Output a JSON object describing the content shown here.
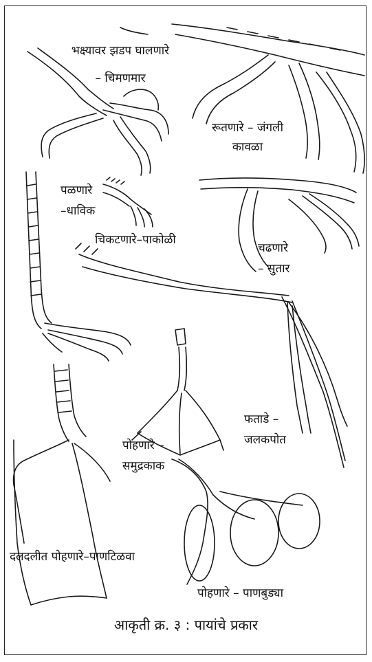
{
  "labels": {
    "grasping": [
      "भक्ष्यावर झडप घालणारे",
      "– चिमणमार"
    ],
    "perching": [
      "रूतणारे – जंगली",
      "कावळा"
    ],
    "running": [
      "पळणारे",
      "–धाविक"
    ],
    "clinging": "चिकटणारे–पाकोळी",
    "climbing": [
      "चढणारे",
      "– सुतार"
    ],
    "lobed": [
      "फताडे –",
      "जलकपोत"
    ],
    "webbed": [
      "पोहणारे –",
      "समुद्रकाक"
    ],
    "wading": "दलदलीत पोहणारे–पाणटिळवा",
    "diving": "पोहणारे – पाणबुड्या"
  },
  "caption": "आकृती क्र. ३ : पायांचे प्रकार"
}
